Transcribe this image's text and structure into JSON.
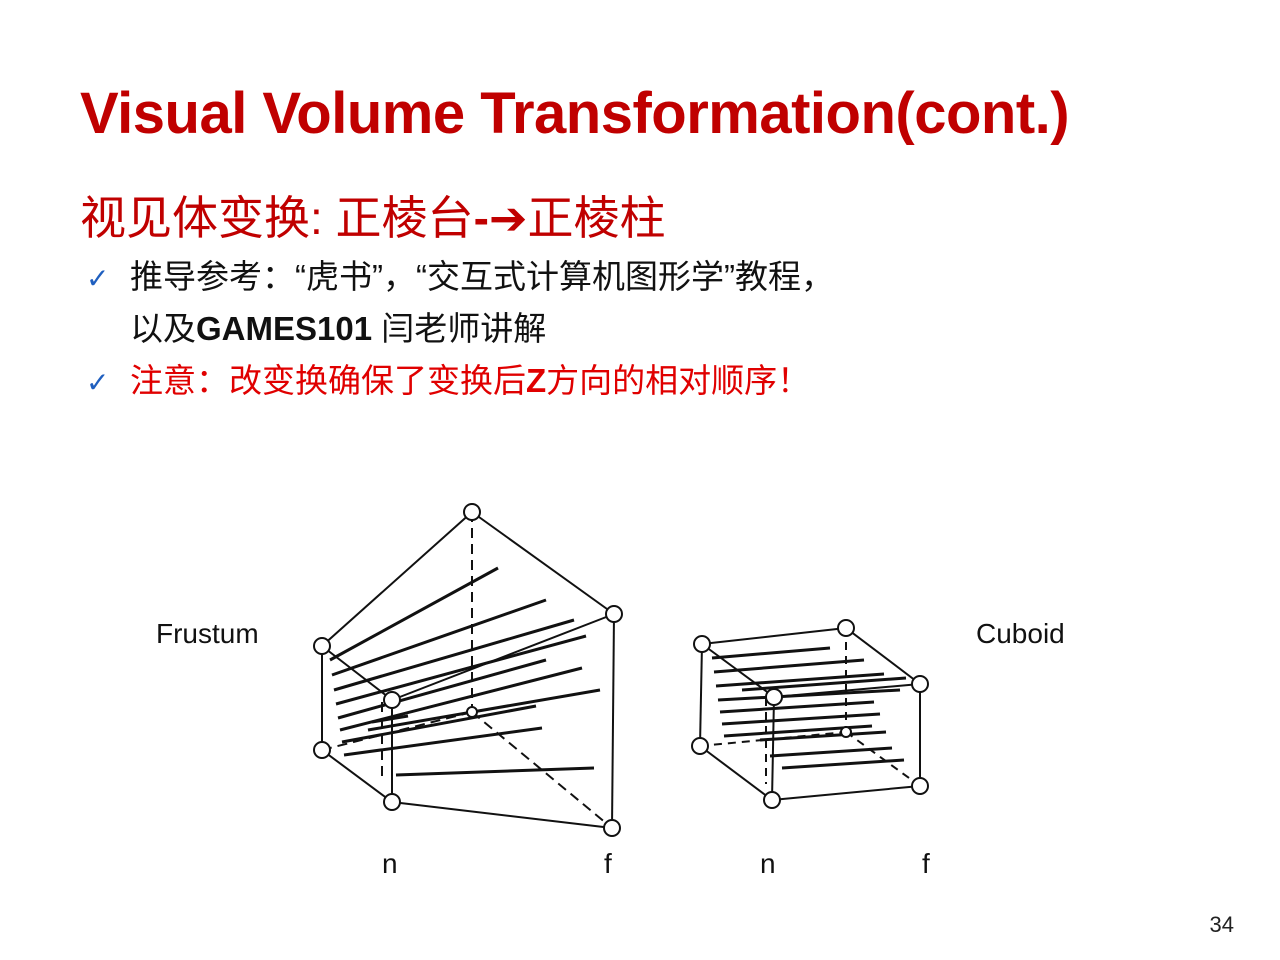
{
  "slide": {
    "title": "Visual Volume Transformation(cont.)",
    "subtitle": {
      "part1": "视见体变换: 正棱台",
      "arrow": "-➔",
      "part2": "正棱柱"
    },
    "bullets": [
      {
        "icon": "check-icon",
        "line1": "推导参考：“虎书”，“交互式计算机图形学”教程，",
        "line2_prefix": "以及",
        "line2_bold": "GAMES101",
        "line2_suffix": " 闫老师讲解"
      },
      {
        "icon": "check-icon",
        "prefix": "注意：改变换确保了变换后",
        "bold": "Z",
        "suffix": "方向的相对顺序！"
      }
    ],
    "diagram": {
      "left_label": "Frustum",
      "right_label": "Cuboid",
      "frustum_near_label": "n",
      "frustum_far_label": "f",
      "cuboid_near_label": "n",
      "cuboid_far_label": "f"
    },
    "page_number": "34",
    "colors": {
      "title": "#c00000",
      "accent": "#e00000",
      "check": "#1f5fbf"
    }
  }
}
